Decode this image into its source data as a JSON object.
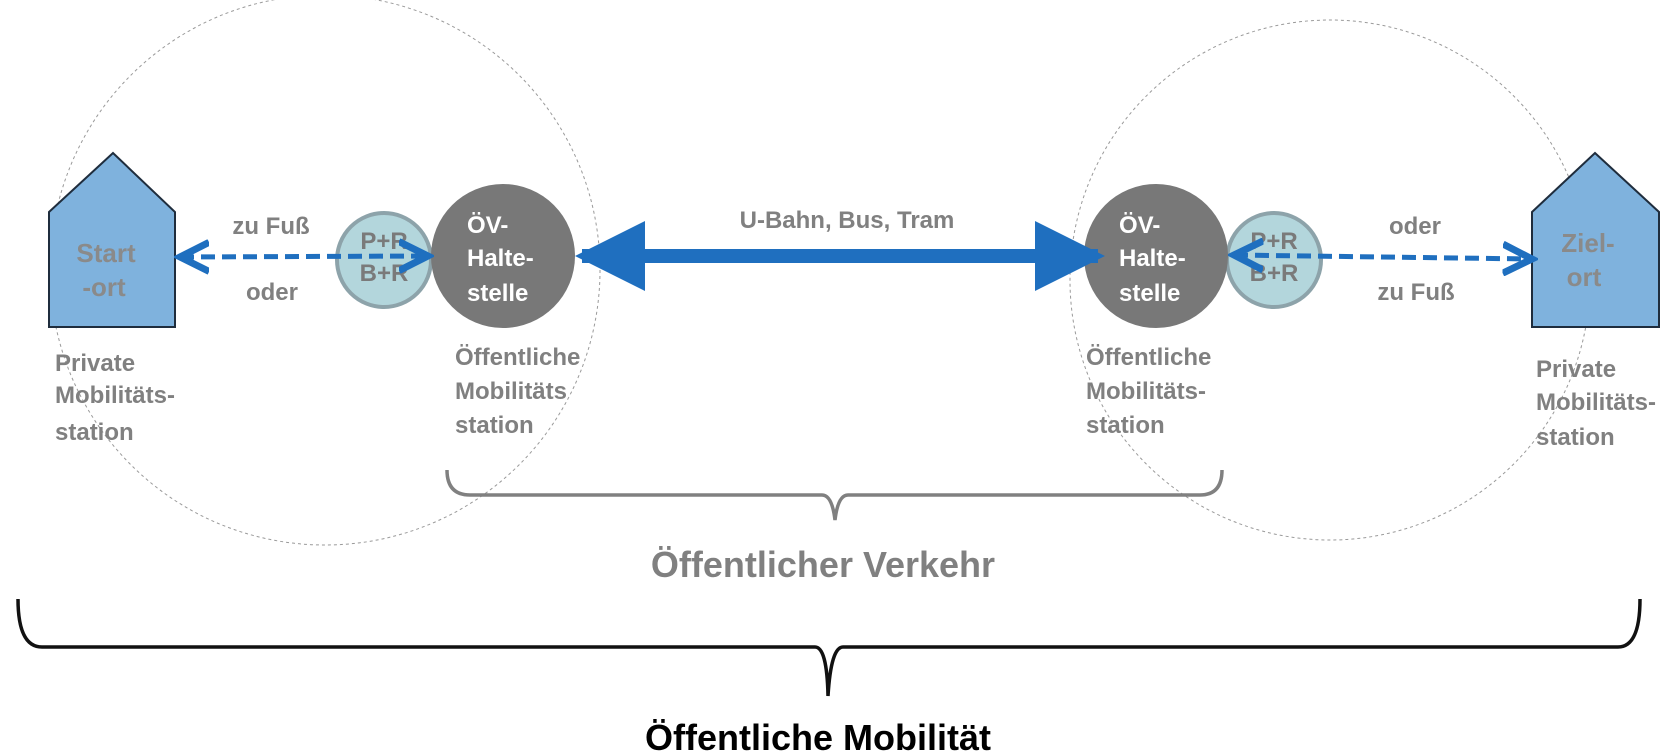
{
  "colors": {
    "house_fill": "#7fb2dd",
    "house_stroke": "#1f2d3d",
    "house_text": "#8a8a8a",
    "pr_fill": "#b3d6dc",
    "pr_stroke": "#8da3aa",
    "pr_text": "#7a7a7a",
    "stop_fill": "#787878",
    "stop_text": "#ffffff",
    "blue": "#1f6fbf",
    "label_grey": "#808080",
    "brace_grey": "#808080",
    "brace_dark": "#111111",
    "zone_circle": "#9a9a9a",
    "title_dark": "#000000"
  },
  "left": {
    "house_lines": [
      "Start",
      "-ort"
    ],
    "walk_label": "zu Fuß",
    "or_label": "oder",
    "pr_lines": [
      "P+R",
      "B+R"
    ],
    "stop_lines": [
      "ÖV-",
      "Halte-",
      "stelle"
    ],
    "private_station_lines": [
      "Private",
      "Mobilitäts-",
      "station"
    ],
    "public_station_lines": [
      "Öffentliche",
      "Mobilitäts",
      "station"
    ]
  },
  "right": {
    "house_lines": [
      "Ziel-",
      "ort"
    ],
    "walk_label": "zu Fuß",
    "or_label": "oder",
    "pr_lines": [
      "P+R",
      "B+R"
    ],
    "stop_lines": [
      "ÖV-",
      "Halte-",
      "stelle"
    ],
    "private_station_lines": [
      "Private",
      "Mobilitäts-",
      "station"
    ],
    "public_station_lines": [
      "Öffentliche",
      "Mobilitäts-",
      "station"
    ]
  },
  "transit_label": "U-Bahn, Bus, Tram",
  "public_transport_label": "Öffentlicher Verkehr",
  "public_mobility_label": "Öffentliche Mobilität"
}
